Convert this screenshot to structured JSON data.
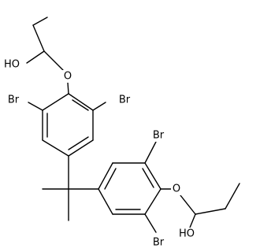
{
  "molecule": {
    "atom_labels": {
      "oh_top": "HO",
      "o_top": "O",
      "br_top_left": "Br",
      "br_top_right": "Br",
      "br_mid_right": "Br",
      "o_right": "O",
      "br_bottom": "Br",
      "oh_bottom": "HO"
    }
  },
  "colors": {
    "bond": "#000000",
    "label": "#000000",
    "background": "#ffffff"
  }
}
